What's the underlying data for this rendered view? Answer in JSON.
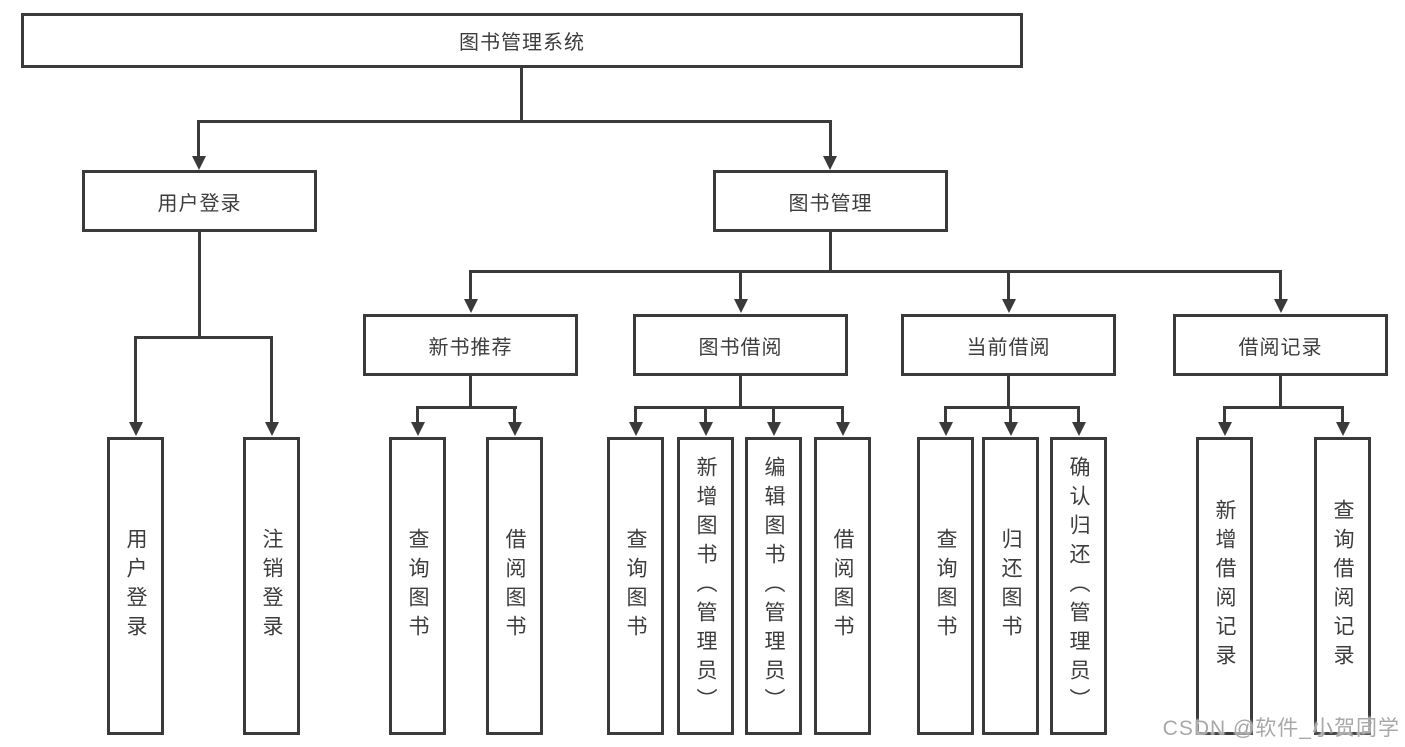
{
  "watermark": "CSDN @软件_小贺同学",
  "colors": {
    "line": "#3a3a3a",
    "text": "#3d3d3d",
    "background": "#ffffff"
  },
  "tree": {
    "root": {
      "label": "图书管理系统"
    },
    "children": [
      {
        "label": "用户登录",
        "children": [
          {
            "label": "用户登录"
          },
          {
            "label": "注销登录"
          }
        ]
      },
      {
        "label": "图书管理",
        "children": [
          {
            "label": "新书推荐",
            "children": [
              {
                "label": "查询图书"
              },
              {
                "label": "借阅图书"
              }
            ]
          },
          {
            "label": "图书借阅",
            "children": [
              {
                "label": "查询图书"
              },
              {
                "label": "新增图书（管理员）"
              },
              {
                "label": "编辑图书（管理员）"
              },
              {
                "label": "借阅图书"
              }
            ]
          },
          {
            "label": "当前借阅",
            "children": [
              {
                "label": "查询图书"
              },
              {
                "label": "归还图书"
              },
              {
                "label": "确认归还（管理员）"
              }
            ]
          },
          {
            "label": "借阅记录",
            "children": [
              {
                "label": "新增借阅记录"
              },
              {
                "label": "查询借阅记录"
              }
            ]
          }
        ]
      }
    ]
  }
}
